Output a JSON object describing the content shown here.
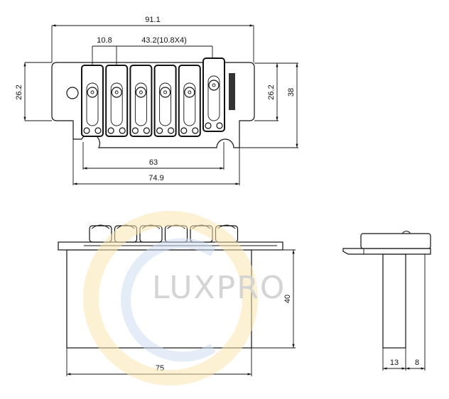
{
  "watermark": {
    "text": "LUXPRO",
    "ring_color": "#fbe6b0",
    "c_color": "#cddcf0",
    "text_color": "#d4d4d4"
  },
  "top_view": {
    "dims": {
      "overall_width": "91.1",
      "string_spacing": "10.8",
      "total_spacing": "43.2(10.8X4)",
      "left_height": "26.2",
      "right_height": "26.2",
      "total_height": "38",
      "screw_spacing": "63",
      "base_width": "74.9"
    },
    "saddle_count": 6,
    "brand_mark": "brand-logo"
  },
  "front_view": {
    "dims": {
      "width": "75",
      "depth": "40"
    }
  },
  "side_view": {
    "dims": {
      "block": "13",
      "offset": "8"
    }
  }
}
